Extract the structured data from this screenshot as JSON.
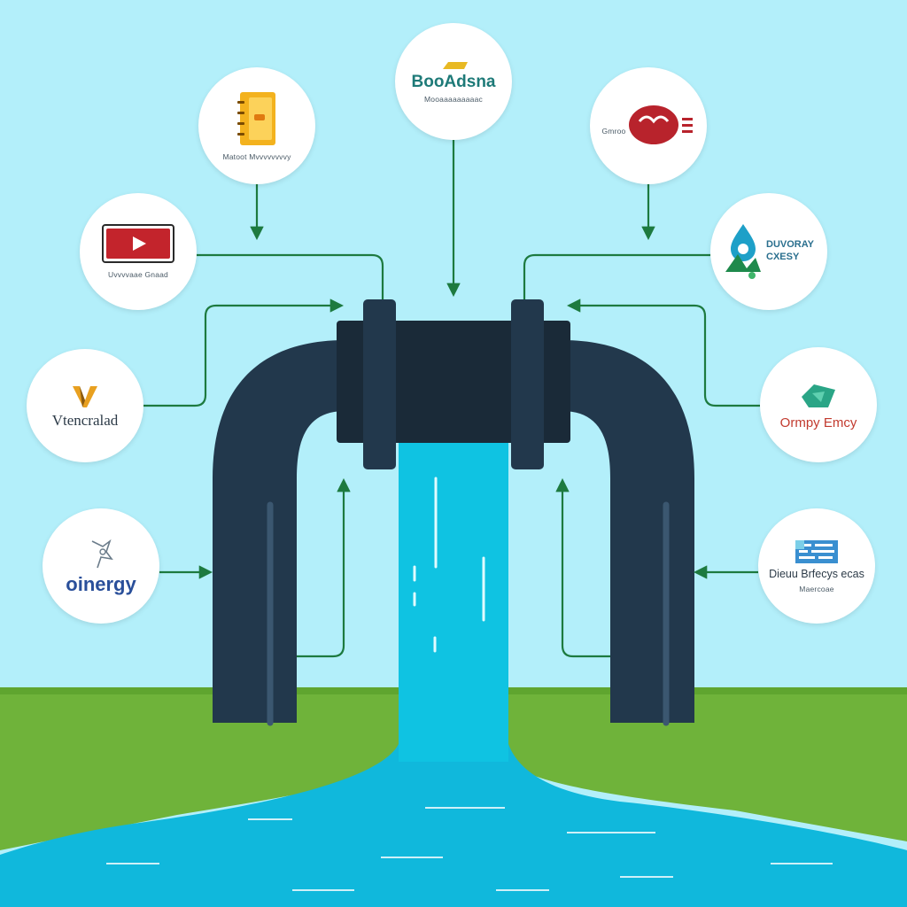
{
  "diagram": {
    "colors": {
      "sky": "#b3effa",
      "grass": "#6fb33a",
      "water": "#0fc3e2",
      "pipe": "#22384c",
      "arrow": "#1d7a3f"
    },
    "nodes": [
      {
        "id": "boadsna",
        "brand": "BooAdsna",
        "sub": "Mooaaaaaaaaac",
        "icon": "tag-icon"
      },
      {
        "id": "notebook",
        "brand": "",
        "sub": "Matoot Mvvvvvvvvy",
        "icon": "notebook-icon"
      },
      {
        "id": "red-badge",
        "brand": "",
        "sub": "Gmroo",
        "icon": "red-badge-icon"
      },
      {
        "id": "video",
        "brand": "",
        "sub": "Uvvvvaae Gnaad",
        "icon": "play-button-icon"
      },
      {
        "id": "durvay",
        "brand": "DUVORAY\nCXESY",
        "sub": "",
        "icon": "water-drop-icon"
      },
      {
        "id": "vtencralad",
        "brand": "Vtencralad",
        "sub": "",
        "icon": "v-logo-icon"
      },
      {
        "id": "ormy",
        "brand": "Ormpy Emcy",
        "sub": "",
        "icon": "leaf-icon"
      },
      {
        "id": "oinergy",
        "brand": "oinergy",
        "sub": "",
        "icon": "gear-icon"
      },
      {
        "id": "dieury",
        "brand": "Dieuu Brfecys ecas",
        "sub": "Maercoae",
        "icon": "flag-icon"
      }
    ]
  }
}
